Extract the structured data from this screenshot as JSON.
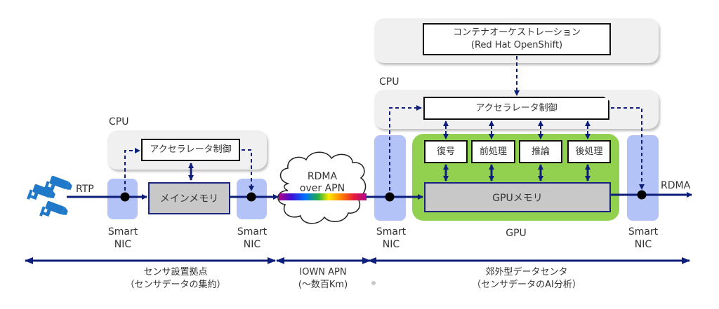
{
  "colors": {
    "arrow": "#0d1f7a",
    "panel": "#f0f0f0",
    "nic": "#b3c2f7",
    "gpu": "#92d050",
    "memory": "#c8c8c8",
    "camera": "#1f78c8"
  },
  "edge_site": {
    "cpu_label": "CPU",
    "accelerator_control": "アクセラレータ制御",
    "main_memory": "メインメモリ",
    "input_protocol": "RTP",
    "nic_in_label": [
      "Smart",
      "NIC"
    ],
    "nic_out_label": [
      "Smart",
      "NIC"
    ],
    "camera_icon": "security-camera-icon"
  },
  "network": {
    "cloud_label": [
      "RDMA",
      "over APN"
    ]
  },
  "datacenter": {
    "orchestration": [
      "コンテナオーケストレーション",
      "(Red Hat OpenShift)"
    ],
    "cpu_label": "CPU",
    "accelerator_control": "アクセラレータ制御",
    "stages": [
      "復号",
      "前処理",
      "推論",
      "後処理"
    ],
    "gpu_memory": "GPUメモリ",
    "gpu_label": "GPU",
    "output_protocol": "RDMA",
    "nic_in_label": [
      "Smart",
      "NIC"
    ],
    "nic_out_label": [
      "Smart",
      "NIC"
    ]
  },
  "sections": [
    {
      "title": "センサ設置拠点",
      "subtitle": "（センサデータの集約）"
    },
    {
      "title": "IOWN APN",
      "subtitle": "(～数百Km)"
    },
    {
      "title": "郊外型データセンタ",
      "subtitle": "（センサデータのAI分析）"
    }
  ]
}
